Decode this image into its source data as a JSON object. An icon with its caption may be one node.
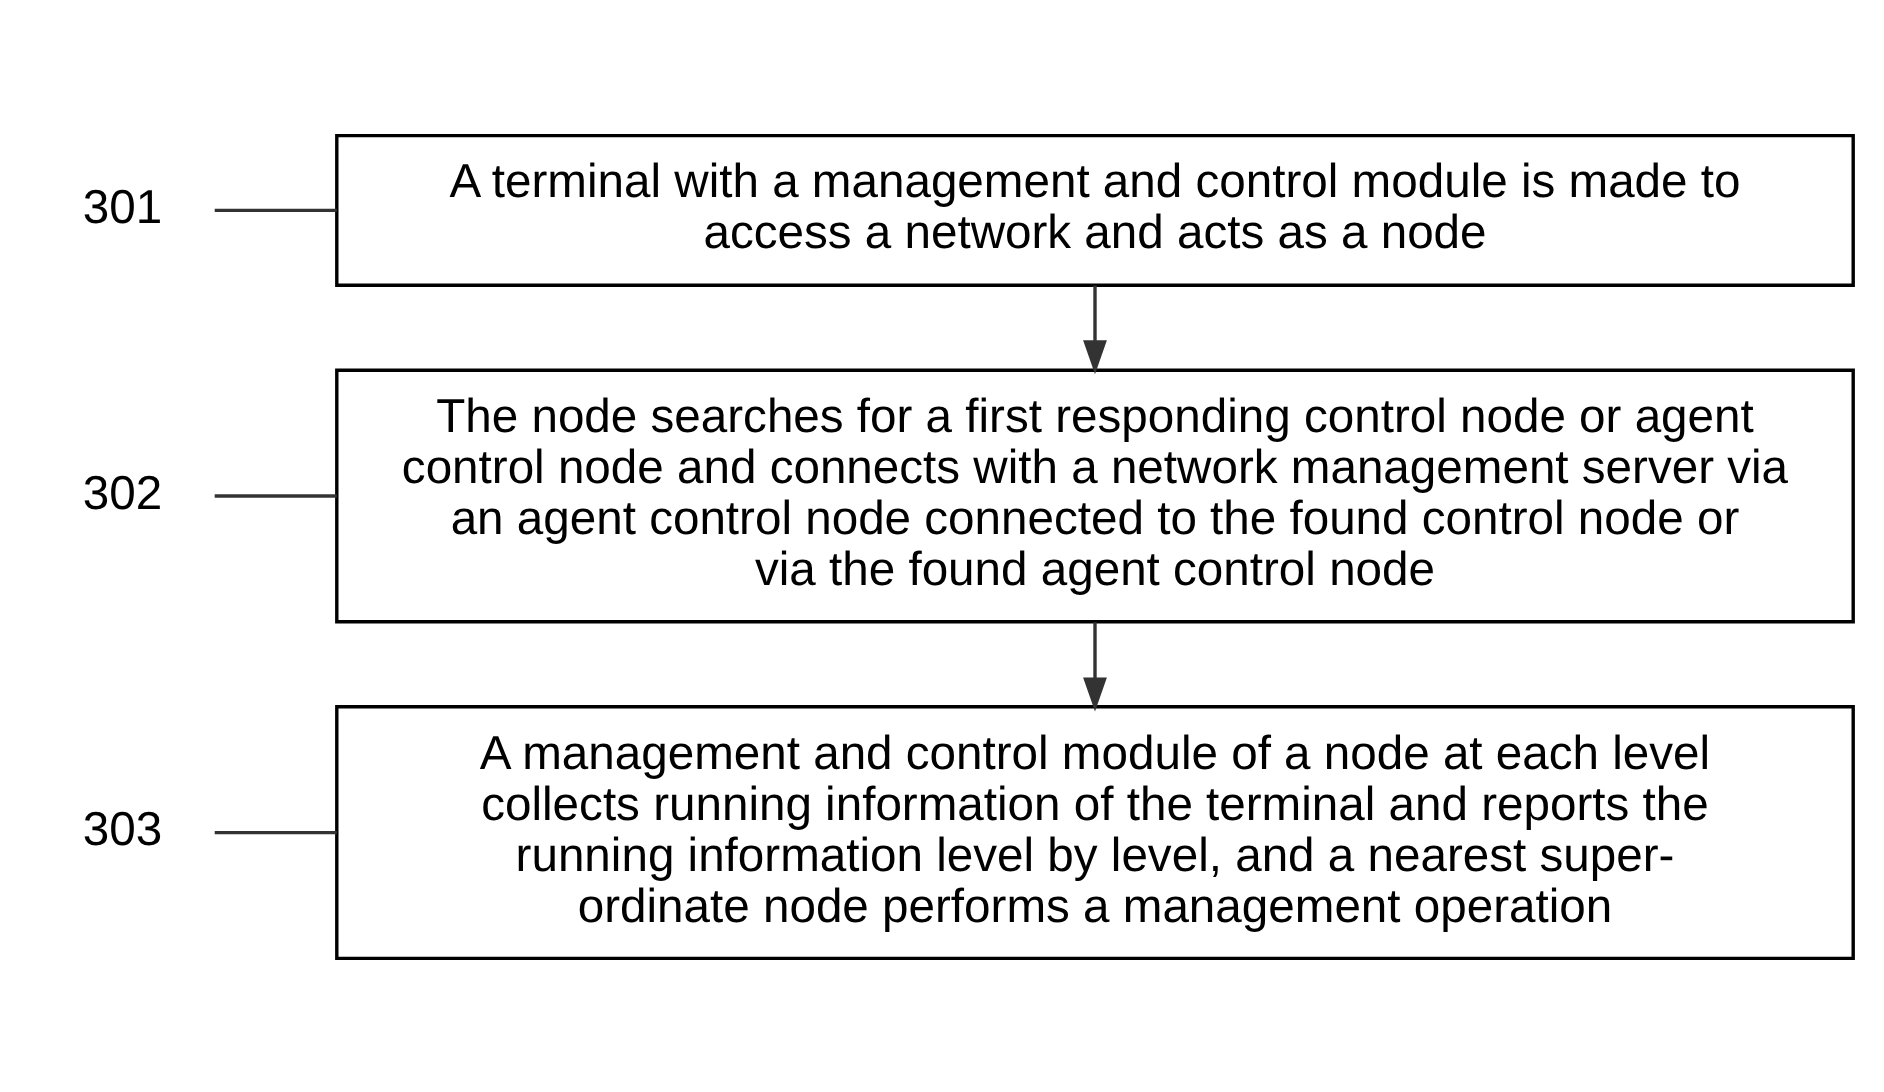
{
  "diagram": {
    "nodes": [
      {
        "text": [
          "301"
        ]
      },
      {
        "text": [
          "A terminal with a management and control module is made to access a network and acts as a node"
        ]
      },
      {
        "text": [
          "302"
        ]
      },
      {
        "text": [
          "The node searches for a first responding control node or agent control node and connects with a network management server via an agent control node connected to the found control node or via the found agent control node"
        ]
      },
      {
        "text": [
          "303"
        ]
      },
      {
        "text": [
          "A management and control module of a node at each level collects running information of the terminal and reports the running information level by level, and a nearest super-ordinate node performs a management operation"
        ]
      }
    ],
    "edges": [
      {
        "from": 0,
        "to": 1,
        "arrow": "none"
      },
      {
        "from": 1,
        "to": 3,
        "arrow": "to"
      },
      {
        "from": 2,
        "to": 3,
        "arrow": "none"
      },
      {
        "from": 3,
        "to": 5,
        "arrow": "to"
      },
      {
        "from": 4,
        "to": 5,
        "arrow": "none"
      }
    ]
  }
}
